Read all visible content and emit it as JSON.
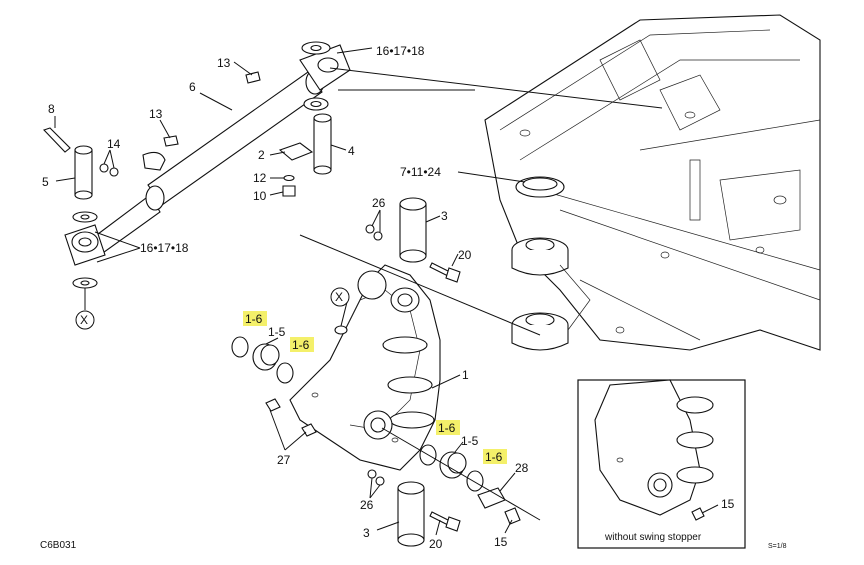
{
  "callouts": {
    "c13a": "13",
    "c6": "6",
    "c16_17_18_top": "16•17•18",
    "c8": "8",
    "c13b": "13",
    "c14": "14",
    "c5": "5",
    "c2": "2",
    "c4": "4",
    "c12": "12",
    "c10": "10",
    "c7_11_24": "7•11•24",
    "c16_17_18_left": "16•17•18",
    "c26_top": "26",
    "c3_top": "3",
    "c20_top": "20",
    "cX_left": "X",
    "cX_mid": "X",
    "c1_6_a": "1-6",
    "c1_5_a": "1-5",
    "c1_6_b": "1-6",
    "c1": "1",
    "c1_6_c": "1-6",
    "c1_5_b": "1-5",
    "c1_6_d": "1-6",
    "c27": "27",
    "c28": "28",
    "c26_bot": "26",
    "c3_bot": "3",
    "c20_bot": "20",
    "c15_bot": "15",
    "c15_inset": "15"
  },
  "inset_caption": "without swing stopper",
  "figure_code": "C6B031",
  "page_mark": "S=1/8",
  "highlight_color": "#f4f06a"
}
